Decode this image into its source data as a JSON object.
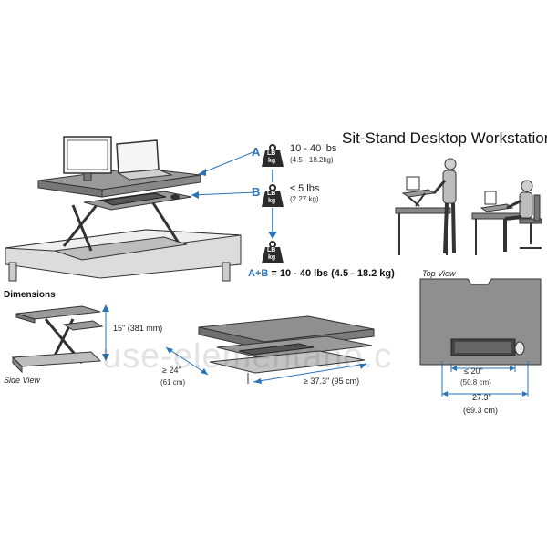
{
  "title": "Sit-Stand Desktop Workstation",
  "weights": {
    "a_letter": "A",
    "a_range": "10 - 40 lbs",
    "a_metric": "(4.5 - 18.2kg)",
    "b_letter": "B",
    "b_range": "≤ 5 lbs",
    "b_metric": "(2.27 kg)",
    "combo_prefix": "A+B",
    "combo_text": "= 10 - 40 lbs (4.5 - 18.2 kg)",
    "icon_top": "LB",
    "icon_bottom": "kg"
  },
  "dimensions": {
    "heading": "Dimensions",
    "side_view": "Side View",
    "height": "15\" (381 mm)",
    "depth": "≥ 24\"",
    "depth_metric": "(61 cm)",
    "width": "≥ 37.3\" (95 cm)"
  },
  "top_view": {
    "label": "Top View",
    "keyboard_width": "≤ 20\"",
    "keyboard_metric": "(50.8 cm)",
    "total_width": "27.3\"",
    "total_metric": "(69.3 cm)"
  },
  "watermark": "use-elementano.c",
  "colors": {
    "line": "#333333",
    "accent_blue": "#2a73b8",
    "surface_gray": "#9a9a9a",
    "weight_icon": "#2b2b2b"
  }
}
